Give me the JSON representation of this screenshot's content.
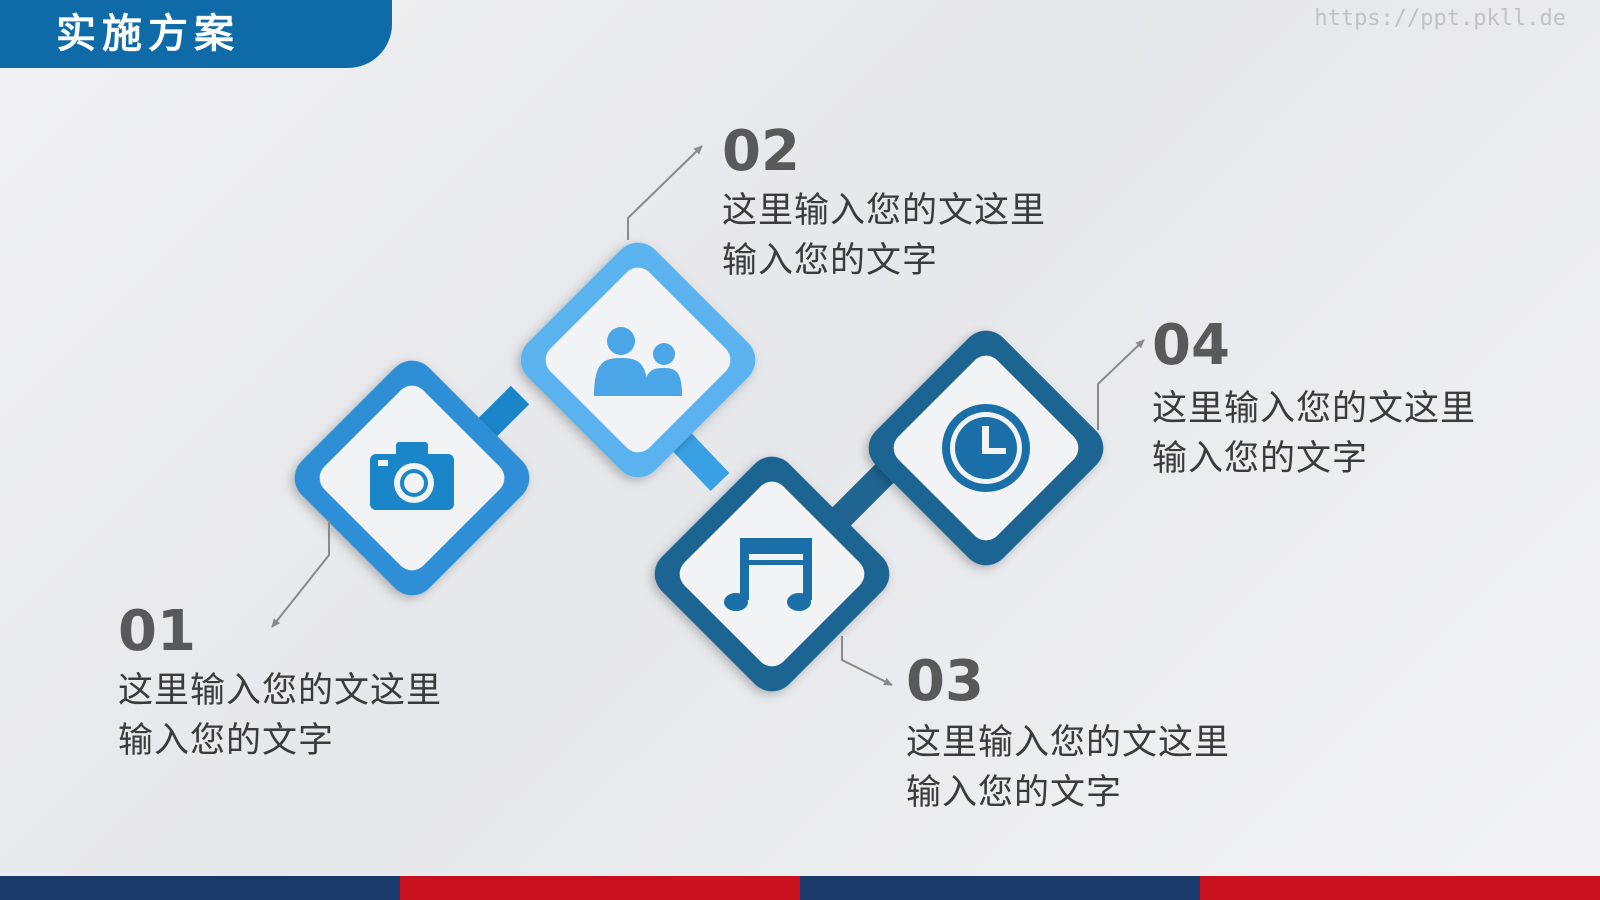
{
  "header": {
    "title": "实施方案"
  },
  "watermark": "https://ppt.pkll.de",
  "steps": [
    {
      "number": "01",
      "line1": "这里输入您的文这里",
      "line2": "输入您的文字",
      "icon": "camera-icon"
    },
    {
      "number": "02",
      "line1": "这里输入您的文这里",
      "line2": "输入您的文字",
      "icon": "people-icon"
    },
    {
      "number": "03",
      "line1": "这里输入您的文这里",
      "line2": "输入您的文字",
      "icon": "music-note-icon"
    },
    {
      "number": "04",
      "line1": "这里输入您的文这里",
      "line2": "输入您的文字",
      "icon": "clock-icon"
    }
  ],
  "colors": {
    "header": "#0f6ba8",
    "diamond_light": "#2e8fd6",
    "diamond_pale": "#5ab2ee",
    "diamond_dark": "#1f6592",
    "icon_blue": "#1a86c9",
    "footer_navy": "#1b3a6b",
    "footer_red": "#c8101f"
  }
}
